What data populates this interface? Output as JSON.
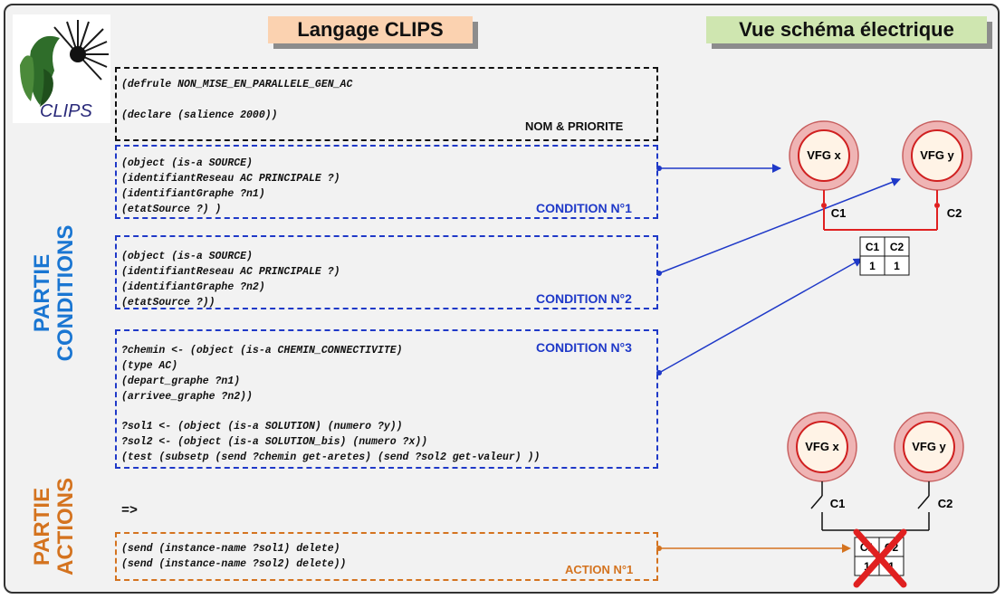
{
  "logo": {
    "text": "CLIPS"
  },
  "headers": {
    "left": "Langage CLIPS",
    "right": "Vue schéma électrique"
  },
  "side_labels": {
    "conditions": [
      "PARTIE",
      "CONDITIONS"
    ],
    "actions": [
      "PARTIE",
      "ACTIONS"
    ]
  },
  "blocks": {
    "rule": {
      "lines": [
        "(defrule NON_MISE_EN_PARALLELE_GEN_AC",
        "",
        "(declare (salience 2000))"
      ],
      "label": "NOM & PRIORITE"
    },
    "cond1": {
      "lines": [
        "(object (is-a SOURCE)",
        "(identifiantReseau AC PRINCIPALE ?)",
        "(identifiantGraphe ?n1)",
        "(etatSource ?) )"
      ],
      "label": "CONDITION N°1"
    },
    "cond2": {
      "lines": [
        "(object (is-a SOURCE)",
        "(identifiantReseau AC PRINCIPALE ?)",
        "(identifiantGraphe ?n2)",
        "(etatSource ?))"
      ],
      "label": "CONDITION N°2"
    },
    "cond3": {
      "lines": [
        "?chemin <- (object (is-a CHEMIN_CONNECTIVITE)",
        "(type AC)",
        "(depart_graphe ?n1)",
        "(arrivee_graphe ?n2))",
        "",
        "?sol1 <- (object (is-a SOLUTION) (numero ?y))",
        "?sol2 <- (object (is-a SOLUTION_bis) (numero ?x))",
        "(test (subsetp (send ?chemin get-aretes) (send ?sol2 get-valeur) ))"
      ],
      "label": "CONDITION N°3"
    },
    "arrow": "=>",
    "action1": {
      "lines": [
        "(send (instance-name ?sol1) delete)",
        "(send (instance-name ?sol2) delete))"
      ],
      "label": "ACTION N°1"
    }
  },
  "schema": {
    "top": {
      "gen_x": "VFG x",
      "gen_y": "VFG y",
      "c1": "C1",
      "c2": "C2",
      "table": {
        "headers": [
          "C1",
          "C2"
        ],
        "values": [
          "1",
          "1"
        ]
      }
    },
    "bottom": {
      "gen_x": "VFG x",
      "gen_y": "VFG y",
      "c1": "C1",
      "c2": "C2",
      "table": {
        "headers": [
          "C1",
          "C2"
        ],
        "values": [
          "1",
          "1"
        ]
      }
    }
  },
  "colors": {
    "blue": "#1f39c8",
    "orange": "#d4731f",
    "red": "#e02020",
    "header_left_bg": "#fbd2b0",
    "header_right_bg": "#cfe6b0",
    "label_blue": "#1a76d2",
    "label_orange": "#d4731f"
  }
}
